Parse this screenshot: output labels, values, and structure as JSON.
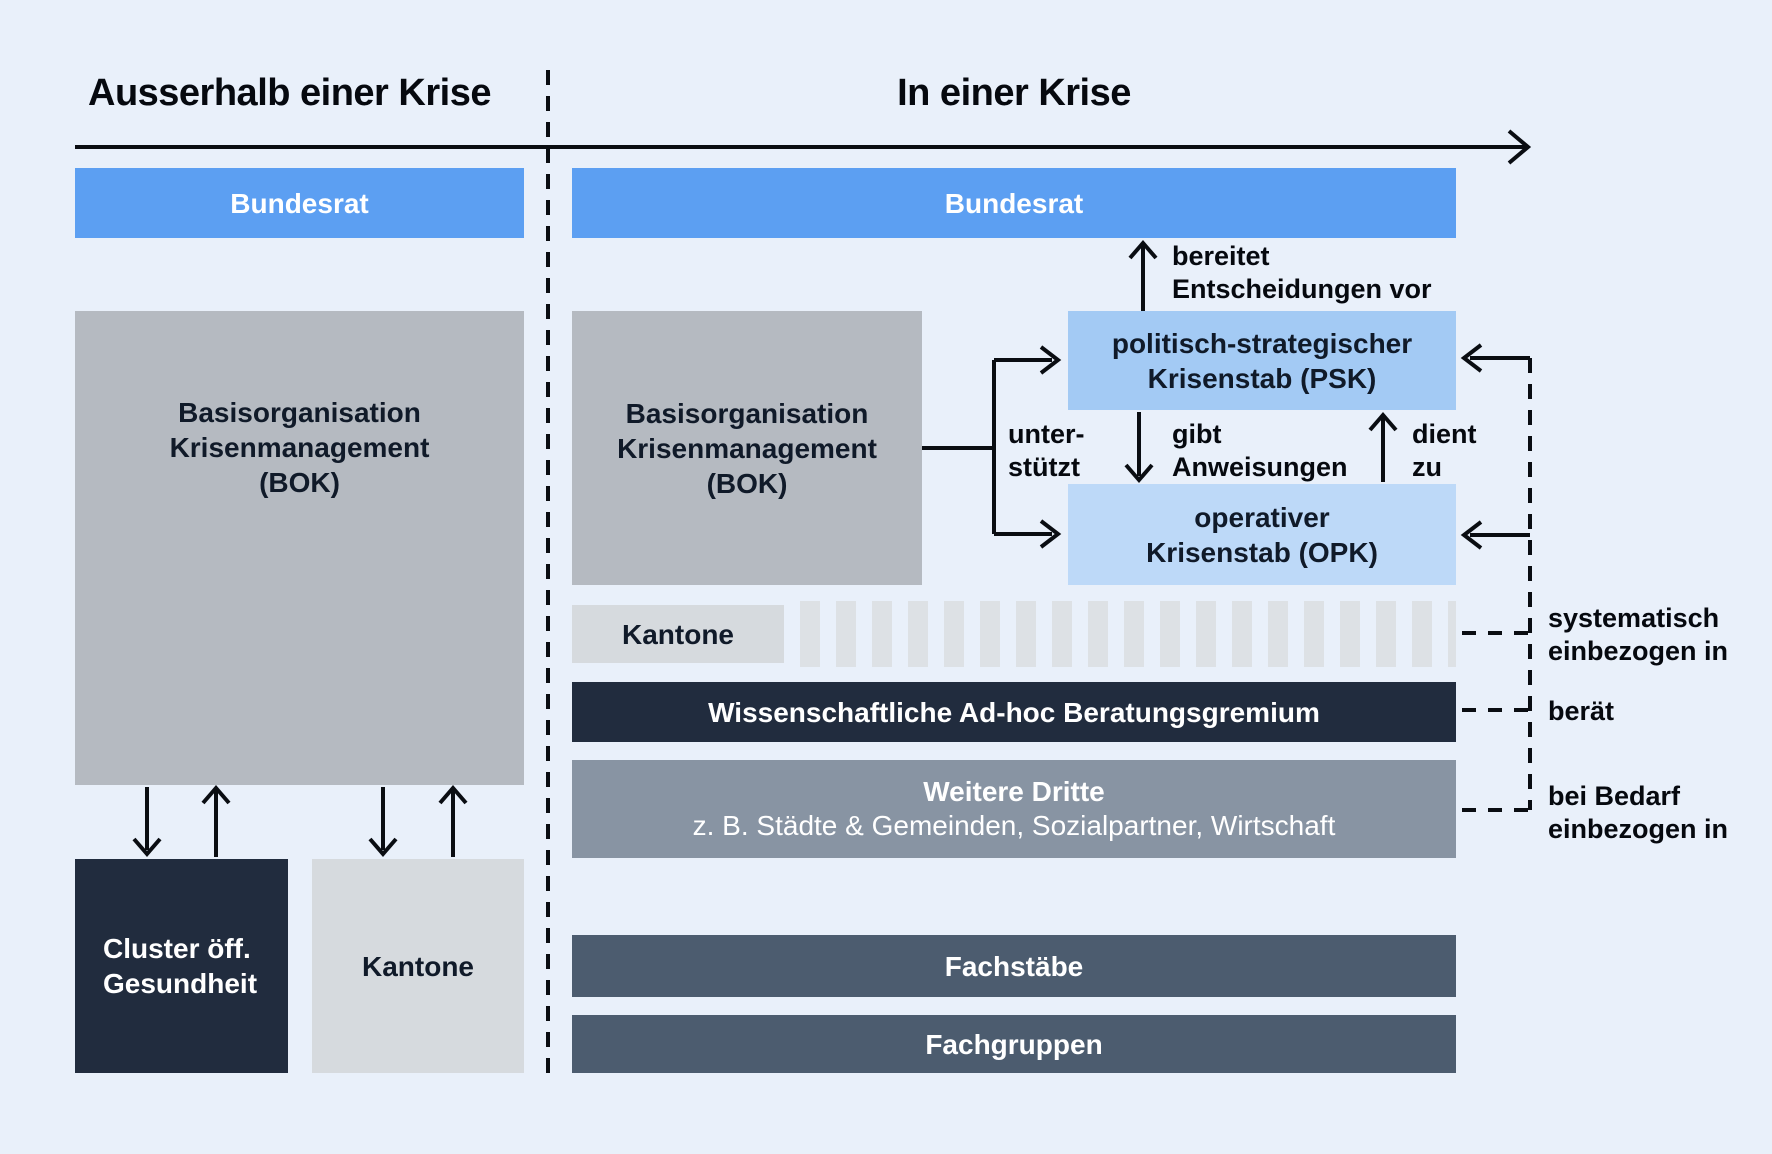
{
  "sections": {
    "outside": {
      "title": "Ausserhalb einer Krise"
    },
    "inside": {
      "title": "In einer Krise"
    }
  },
  "left": {
    "bundesrat": "Bundesrat",
    "bok": {
      "line1": "Basisorganisation",
      "line2": "Krisenmanagement",
      "line3": "(BOK)"
    },
    "cluster": {
      "line1": "Cluster öff.",
      "line2": "Gesundheit"
    },
    "kantone": "Kantone"
  },
  "right": {
    "bundesrat": "Bundesrat",
    "bok": {
      "line1": "Basisorganisation",
      "line2": "Krisenmanagement",
      "line3": "(BOK)"
    },
    "psk": {
      "line1": "politisch-strategischer",
      "line2": "Krisenstab (PSK)"
    },
    "opk": {
      "line1": "operativer",
      "line2": "Krisenstab (OPK)"
    },
    "kantone": "Kantone",
    "wissenschaft": "Wissenschaftliche Ad-hoc Beratungsgremium",
    "weitere": {
      "line1": "Weitere Dritte",
      "line2": "z. B. Städte & Gemeinden, Sozialpartner, Wirtschaft"
    },
    "fachstaebe": "Fachstäbe",
    "fachgruppen": "Fachgruppen"
  },
  "labels": {
    "bereitet": {
      "line1": "bereitet",
      "line2": "Entscheidungen vor"
    },
    "unterstuetzt": {
      "line1": "unter-",
      "line2": "stützt"
    },
    "gibt": {
      "line1": "gibt",
      "line2": "Anweisungen"
    },
    "dient": {
      "line1": "dient",
      "line2": "zu"
    },
    "systematisch": {
      "line1": "systematisch",
      "line2": "einbezogen in"
    },
    "beraet": "berät",
    "bedarf": {
      "line1": "bei Bedarf",
      "line2": "einbezogen in"
    }
  },
  "colors": {
    "background": "#e9f0fa",
    "bundesrat_blue": "#5c9ff2",
    "psk_blue": "#a3caf4",
    "opk_blue": "#bdd9f8",
    "bok_gray": "#b5bac1",
    "light_gray": "#d6dade",
    "stripe_gray": "#dde1e5",
    "navy": "#212c3e",
    "slate": "#4c5c6f",
    "medium_gray": "#8894a3",
    "line_black": "#0a0d12"
  }
}
